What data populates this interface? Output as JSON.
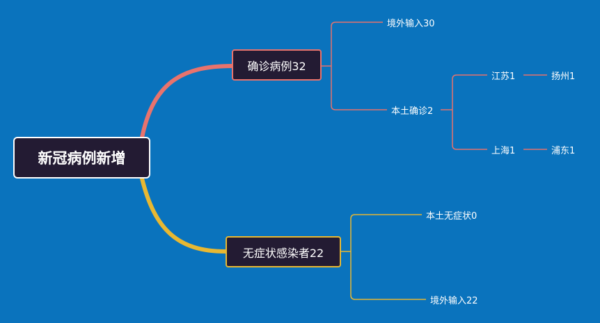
{
  "mindmap": {
    "root": "新冠病例新增",
    "confirmed": {
      "label": "确诊病例32",
      "color": "#e8736d",
      "imported": "境外输入30",
      "local": {
        "label": "本土确诊2",
        "jiangsu": "江苏1",
        "yangzhou": "扬州1",
        "shanghai": "上海1",
        "pudong": "浦东1"
      }
    },
    "asymptomatic": {
      "label": "无症状感染者22",
      "color": "#e8b832",
      "local": "本土无症状0",
      "imported": "境外输入22"
    }
  }
}
